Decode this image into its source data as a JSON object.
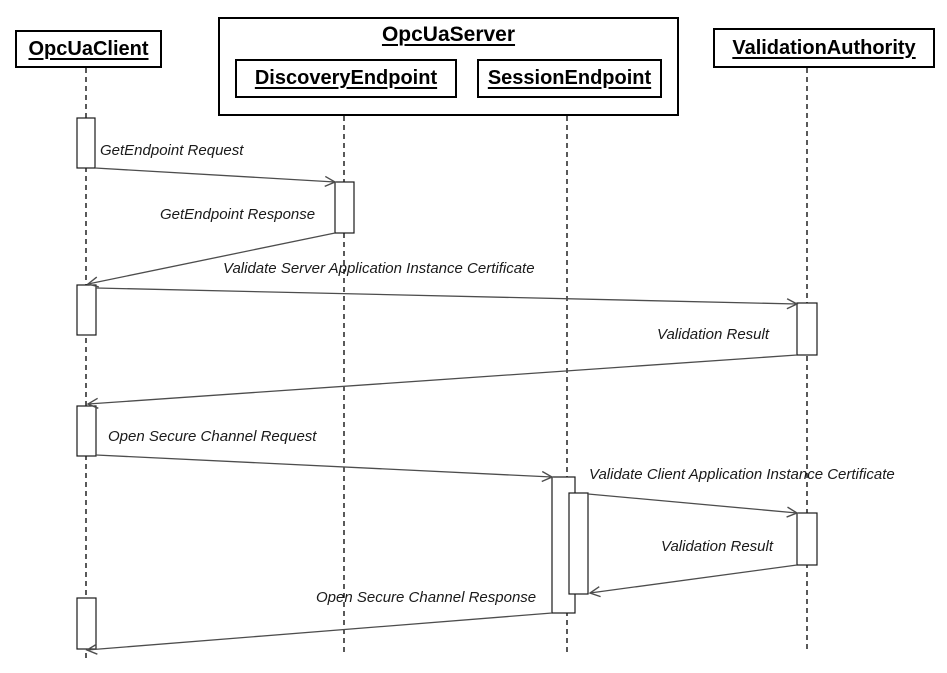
{
  "diagram": {
    "kind": "uml-sequence-diagram",
    "background_color": "#ffffff",
    "box_border_color": "#000000",
    "arrow_color": "#4d4d4d",
    "text_color": "#1a1a1a"
  },
  "participants": {
    "client": {
      "label": "OpcUaClient"
    },
    "server": {
      "label": "OpcUaServer"
    },
    "discovery_endpoint": {
      "label": "DiscoveryEndpoint"
    },
    "session_endpoint": {
      "label": "SessionEndpoint"
    },
    "validation_authority": {
      "label": "ValidationAuthority"
    }
  },
  "messages": [
    {
      "text": "GetEndpoint Request",
      "from": "OpcUaClient",
      "to": "DiscoveryEndpoint"
    },
    {
      "text": "GetEndpoint Response",
      "from": "DiscoveryEndpoint",
      "to": "OpcUaClient"
    },
    {
      "text": "Validate Server Application Instance Certificate",
      "from": "OpcUaClient",
      "to": "ValidationAuthority"
    },
    {
      "text": "Validation Result",
      "from": "ValidationAuthority",
      "to": "OpcUaClient"
    },
    {
      "text": "Open Secure Channel Request",
      "from": "OpcUaClient",
      "to": "SessionEndpoint"
    },
    {
      "text": "Validate Client Application Instance Certificate",
      "from": "SessionEndpoint",
      "to": "ValidationAuthority"
    },
    {
      "text": "Validation Result",
      "from": "ValidationAuthority",
      "to": "SessionEndpoint"
    },
    {
      "text": "Open Secure Channel Response",
      "from": "SessionEndpoint",
      "to": "OpcUaClient"
    }
  ]
}
